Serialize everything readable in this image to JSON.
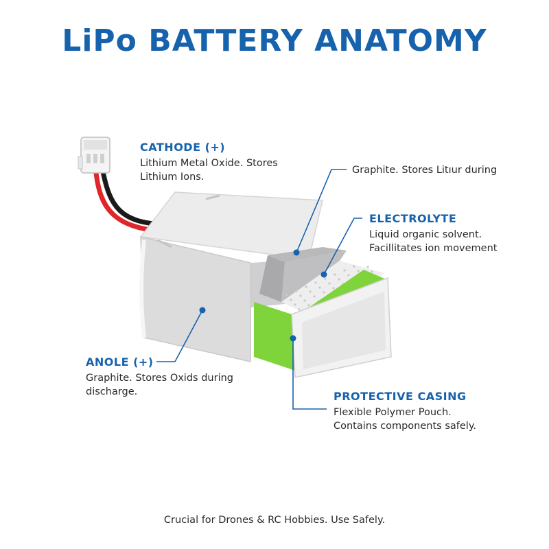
{
  "title": "LiPo BATTERY ANATOMY",
  "labels": {
    "cathode": {
      "heading": "CATHODE (+)",
      "line1": "Lithium Metal Oxide. Stores",
      "line2": "Lithium Ions."
    },
    "graphite": {
      "text": "Graphite. Stores Litıur during"
    },
    "electrolyte": {
      "heading": "ELECTROLYTE",
      "line1": "Liquid organic solvent.",
      "line2": "Facillitates ion movement"
    },
    "anode": {
      "heading": "ANOLE (+)",
      "line1": "Graphite. Stores Oxids during",
      "line2": "discharge."
    },
    "casing": {
      "heading": "PROTECTIVE CASING",
      "line1": "Flexible Polymer Pouch.",
      "line2": "Contains components safely."
    }
  },
  "footer": "Crucial for Drones & RC Hobbies. Use Safely.",
  "colors": {
    "heading_blue": "#1762ad",
    "leader_blue": "#1762ad",
    "cell_green": "#7ed43a",
    "casing_gray": "#e9e9ea",
    "wire_red": "#e0252b",
    "wire_black": "#1a1a1a"
  }
}
